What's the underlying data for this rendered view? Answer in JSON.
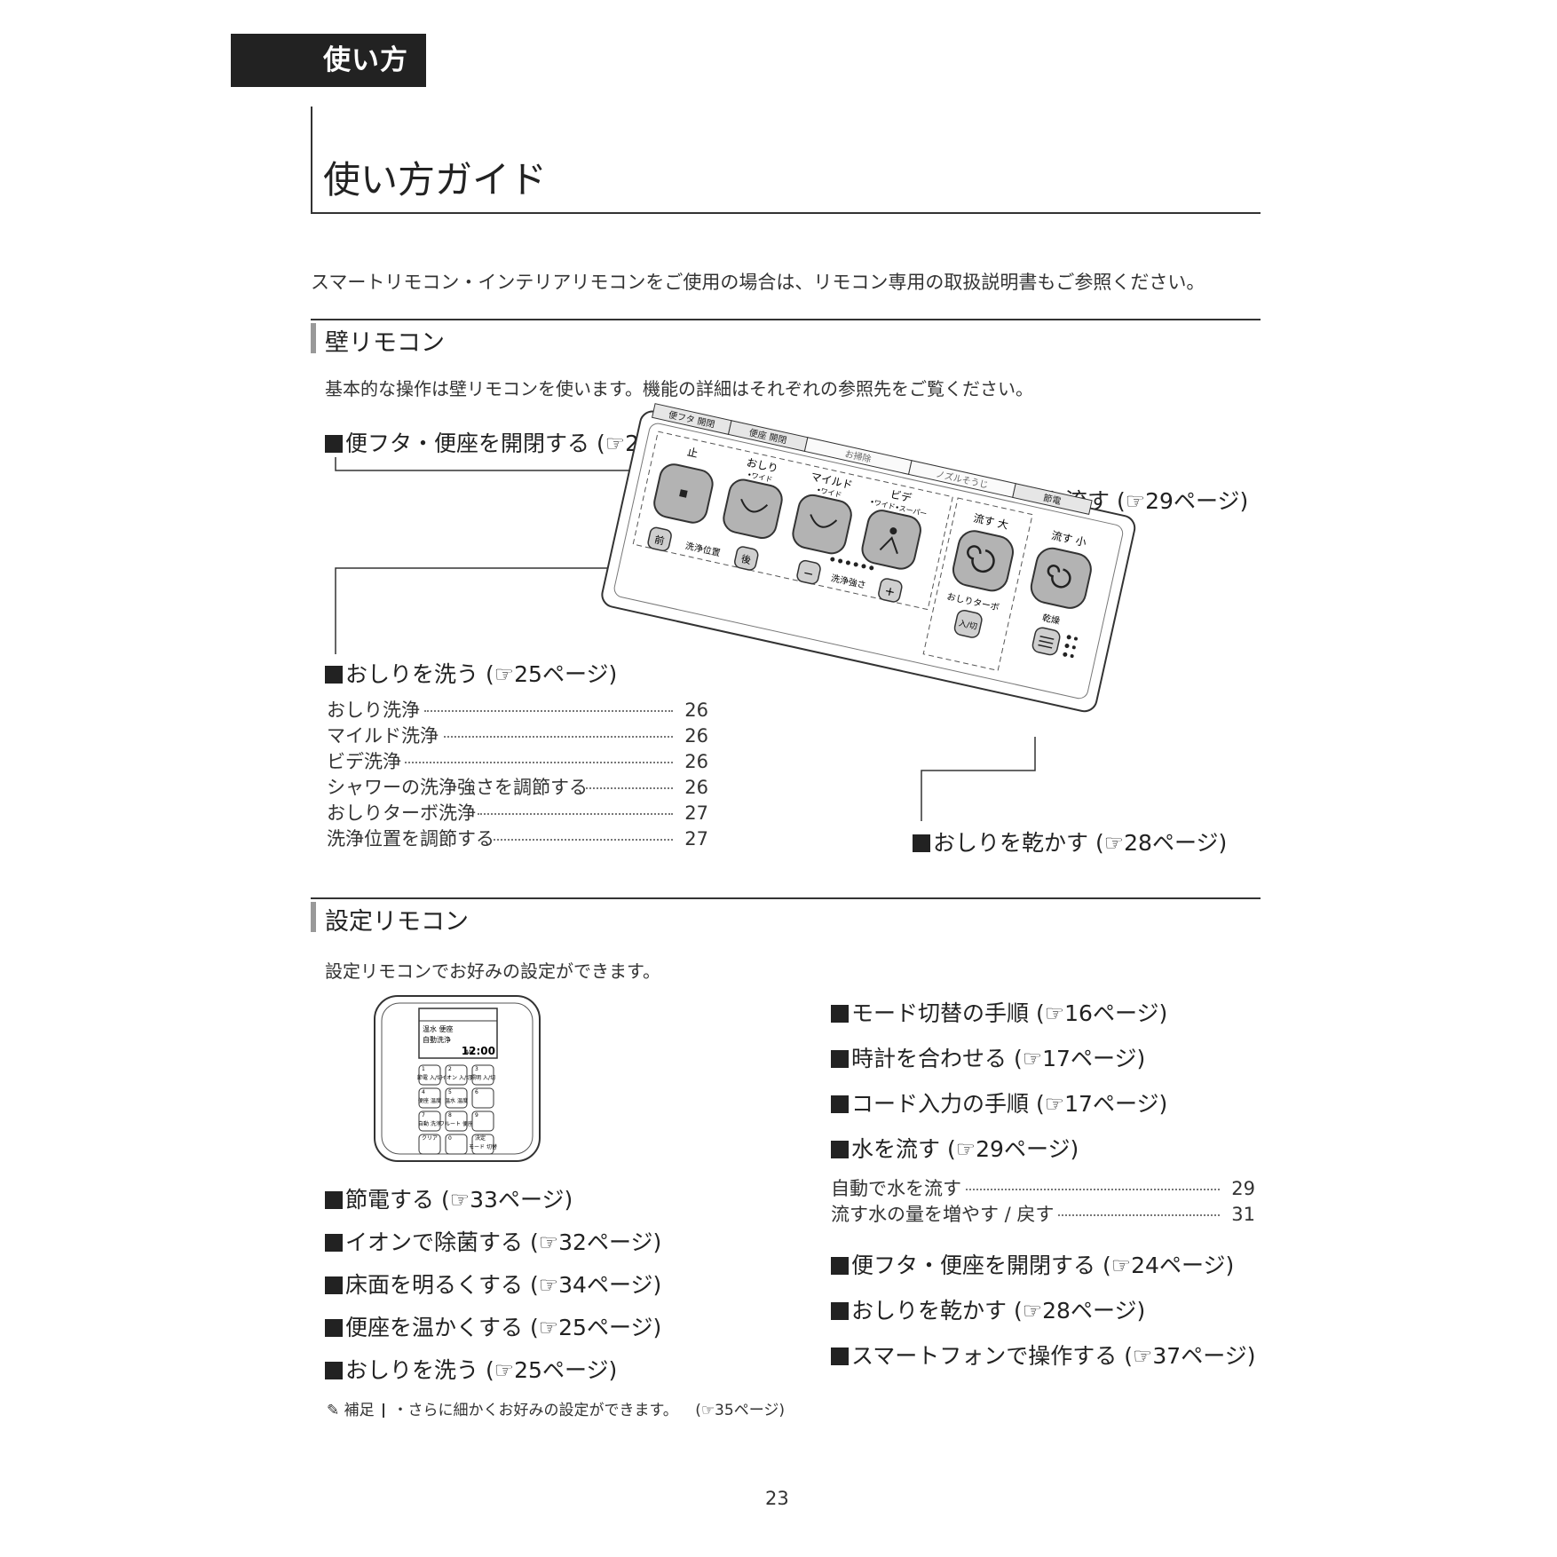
{
  "header": {
    "tab_label": "使い方",
    "page_title": "使い方ガイド"
  },
  "intro": "スマートリモコン・インテリアリモコンをご使用の場合は、リモコン専用の取扱説明書もご参照ください。",
  "wall": {
    "title": "壁リモコン",
    "desc": "基本的な操作は壁リモコンを使います。機能の詳細はそれぞれの参照先をご覧ください。",
    "open_lid": "便フタ・便座を開閉する",
    "open_lid_ref": "(☞24ページ)",
    "flush": "水を流す",
    "flush_ref": "(☞29ページ)",
    "wash": "おしりを洗う",
    "wash_ref": "(☞25ページ)",
    "dry": "おしりを乾かす",
    "dry_ref": "(☞28ページ)",
    "wash_toc": [
      {
        "label": "おしり洗浄",
        "page": "26"
      },
      {
        "label": "マイルド洗浄",
        "page": "26"
      },
      {
        "label": "ビデ洗浄",
        "page": "26"
      },
      {
        "label": "シャワーの洗浄強さを調節する",
        "page": "26"
      },
      {
        "label": "おしりターボ洗浄",
        "page": "27"
      },
      {
        "label": "洗浄位置を調節する",
        "page": "27"
      }
    ],
    "remote": {
      "tab1": "便フタ 開閉",
      "tab2": "便座 開閉",
      "tab3": "お掃除",
      "tab4": "ノズルそうじ",
      "tab5": "節電",
      "stop": "止",
      "oshiri": "おしり",
      "oshiri_sub": "•ワイド",
      "mild": "マイルド",
      "mild_sub": "•ワイド",
      "bidet": "ビデ",
      "bidet_sub": "•ワイド•スーパー",
      "flush_big": "流す 大",
      "flush_small": "流す 小",
      "front": "前",
      "pos_label": "洗浄位置",
      "back": "後",
      "minus": "−",
      "strength": "洗浄強さ",
      "plus": "+",
      "turbo": "おしりターボ",
      "turbo_btn": "入/切",
      "dry": "乾燥"
    }
  },
  "settings": {
    "title": "設定リモコン",
    "desc": "設定リモコンでお好みの設定ができます。",
    "lcd_time": "12:00",
    "lcd_ampm": "AM",
    "lcd_line1": "温水 便座",
    "lcd_line2": "自動洗浄",
    "keypad": [
      {
        "label": "節電 入/切",
        "num": "1"
      },
      {
        "label": "イオン 入/切",
        "num": "2"
      },
      {
        "label": "照明 入/切",
        "num": "3"
      },
      {
        "label": "便座 温度",
        "num": "4"
      },
      {
        "label": "温水 温度",
        "num": "5"
      },
      {
        "label": "",
        "num": "6"
      },
      {
        "label": "自動 洗浄",
        "num": "7"
      },
      {
        "label": "フルート 便座",
        "num": "8"
      },
      {
        "label": "",
        "num": "9"
      },
      {
        "label": "",
        "num": "クリア"
      },
      {
        "label": "",
        "num": "0"
      },
      {
        "label": "モード 切替",
        "num": "決定"
      }
    ],
    "left_items": [
      {
        "label": "節電する",
        "ref": "(☞33ページ)"
      },
      {
        "label": "イオンで除菌する",
        "ref": "(☞32ページ)"
      },
      {
        "label": "床面を明るくする",
        "ref": "(☞34ページ)"
      },
      {
        "label": "便座を温かくする",
        "ref": "(☞25ページ)"
      },
      {
        "label": "おしりを洗う",
        "ref": "(☞25ページ)"
      }
    ],
    "right_items_a": [
      {
        "label": "モード切替の手順",
        "ref": "(☞16ページ)"
      },
      {
        "label": "時計を合わせる",
        "ref": "(☞17ページ)"
      },
      {
        "label": "コード入力の手順",
        "ref": "(☞17ページ)"
      },
      {
        "label": "水を流す",
        "ref": "(☞29ページ)"
      }
    ],
    "flush_toc": [
      {
        "label": "自動で水を流す",
        "page": "29"
      },
      {
        "label": "流す水の量を増やす / 戻す",
        "page": "31"
      }
    ],
    "right_items_b": [
      {
        "label": "便フタ・便座を開閉する",
        "ref": "(☞24ページ)"
      },
      {
        "label": "おしりを乾かす",
        "ref": "(☞28ページ)"
      },
      {
        "label": "スマートフォンで操作する",
        "ref": "(☞37ページ)"
      }
    ],
    "note_label": "補足",
    "note_text": "・さらに細かくお好みの設定ができます。",
    "note_ref": "(☞35ページ)"
  },
  "page_number": "23"
}
